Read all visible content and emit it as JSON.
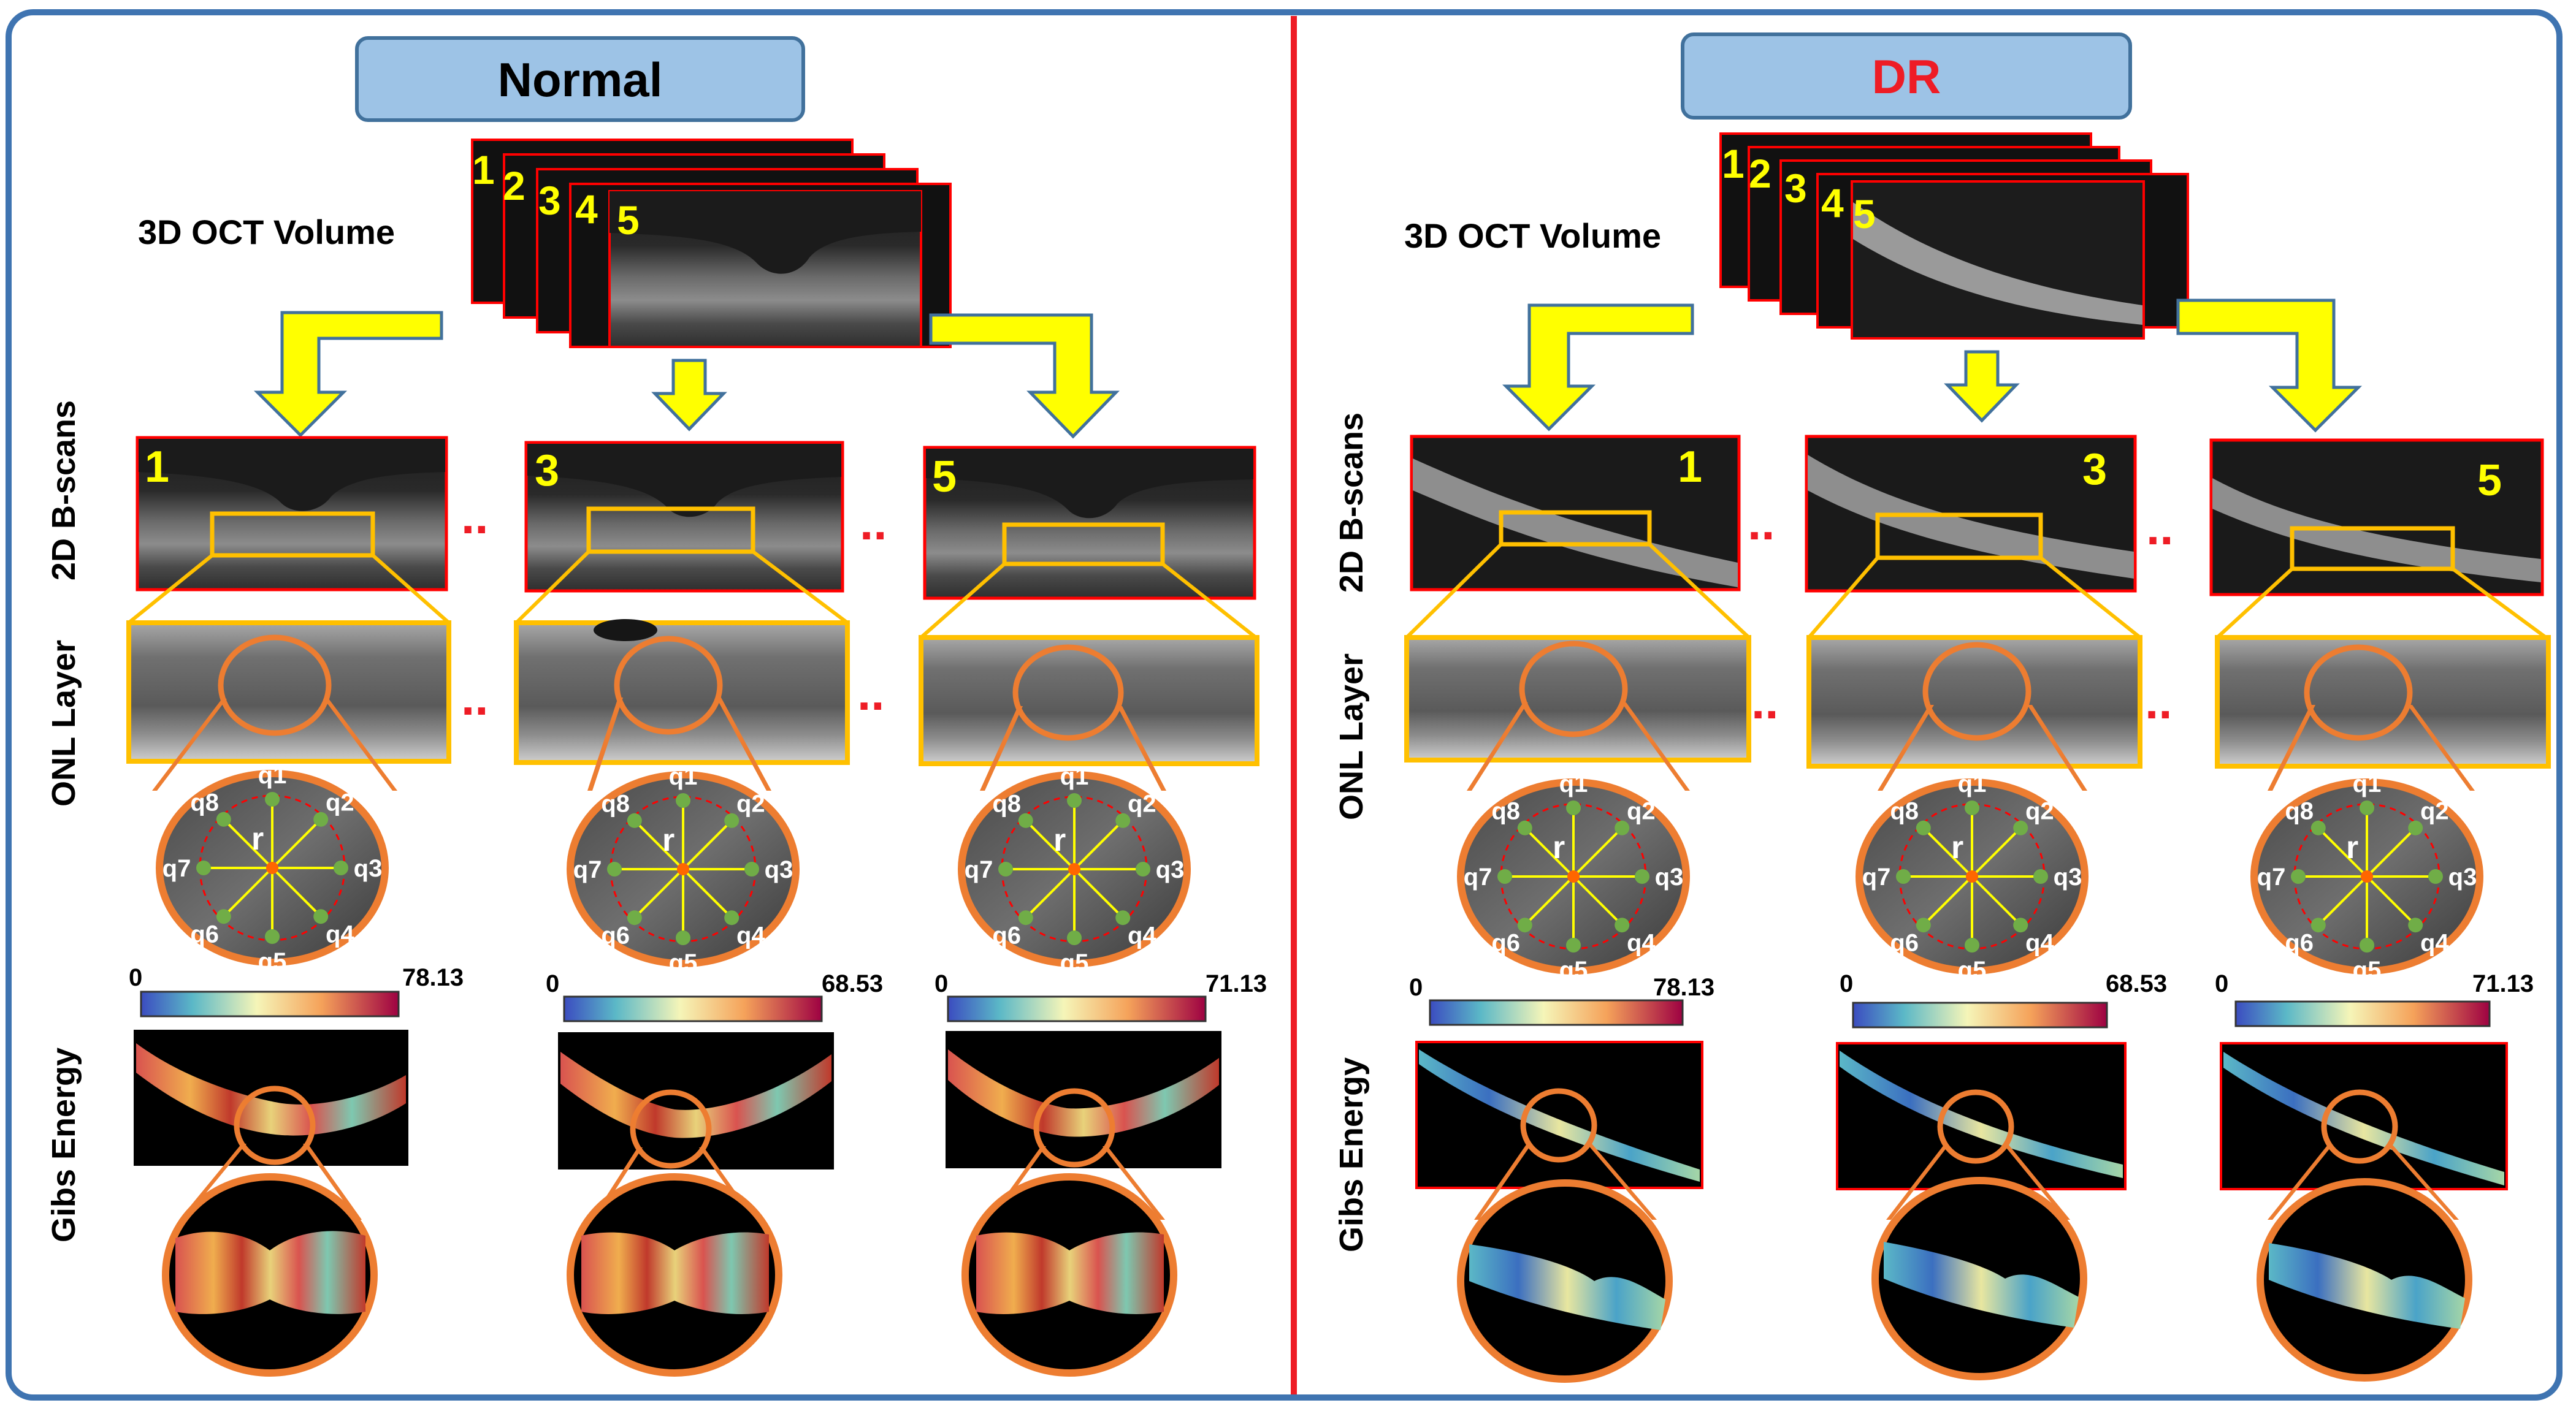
{
  "colors": {
    "frame": "#3f74b1",
    "divider": "#ee1c25",
    "title_fill": "#9dc3e6",
    "title_border": "#41719c",
    "normal_title": "#000000",
    "dr_title": "#ee1c25",
    "arrow_fill": "#ffff00",
    "arrow_border": "#41719c",
    "scan_border": "#ff0000",
    "roi_border": "#ffc000",
    "zoom_border": "#ed7d31",
    "number_color": "#ffff00",
    "point_color": "#70ad47",
    "ray_color": "#ffff00",
    "ring_color": "#ff0000"
  },
  "panels": [
    {
      "title": "Normal",
      "volume_label": "3D OCT Volume",
      "slice_numbers": [
        "1",
        "2",
        "3",
        "4",
        "5"
      ],
      "row_labels": [
        "2D B-scans",
        "ONL Layer",
        "Gibs Energy"
      ],
      "ellipsis": "..",
      "columns": [
        {
          "scan_number": "1",
          "colorbar_min": "0",
          "colorbar_max": "78.13"
        },
        {
          "scan_number": "3",
          "colorbar_min": "0",
          "colorbar_max": "68.53"
        },
        {
          "scan_number": "5",
          "colorbar_min": "0",
          "colorbar_max": "71.13"
        }
      ],
      "neighborhood": {
        "center": "r",
        "points": [
          "q1",
          "q2",
          "q3",
          "q4",
          "q5",
          "q6",
          "q7",
          "q8"
        ]
      }
    },
    {
      "title": "DR",
      "volume_label": "3D OCT Volume",
      "slice_numbers": [
        "1",
        "2",
        "3",
        "4",
        "5"
      ],
      "row_labels": [
        "2D B-scans",
        "ONL Layer",
        "Gibs Energy"
      ],
      "ellipsis": "..",
      "columns": [
        {
          "scan_number": "1",
          "colorbar_min": "0",
          "colorbar_max": "78.13"
        },
        {
          "scan_number": "3",
          "colorbar_min": "0",
          "colorbar_max": "68.53"
        },
        {
          "scan_number": "5",
          "colorbar_min": "0",
          "colorbar_max": "71.13"
        }
      ],
      "neighborhood": {
        "center": "r",
        "points": [
          "q1",
          "q2",
          "q3",
          "q4",
          "q5",
          "q6",
          "q7",
          "q8"
        ]
      }
    }
  ]
}
